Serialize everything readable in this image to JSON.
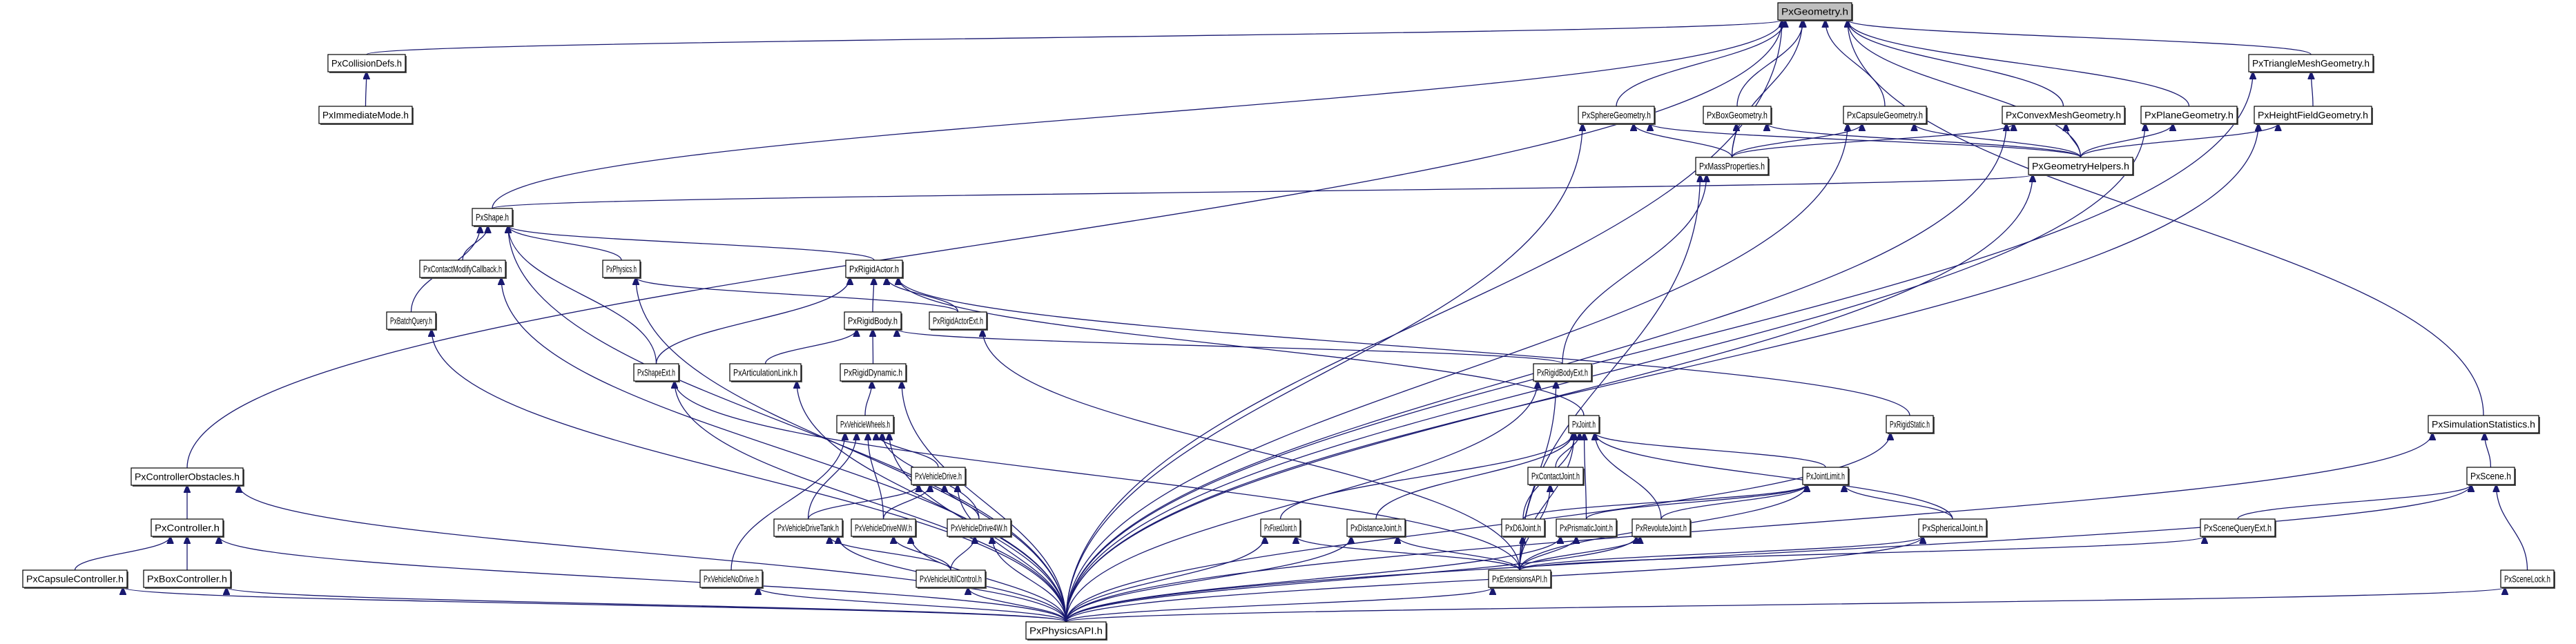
{
  "diagram": {
    "title": "PxGeometry.h include dependency graph (included by)",
    "root": "PxGeometry.h",
    "colors": {
      "edge": "#191970",
      "root_fill": "#bfbfbf",
      "node_fill": "#ffffff",
      "border": "#000000"
    },
    "nodes": [
      {
        "id": "geometry",
        "label": "PxGeometry.h",
        "root": true
      },
      {
        "id": "collisiondefs",
        "label": "PxCollisionDefs.h"
      },
      {
        "id": "immediatemode",
        "label": "PxImmediateMode.h"
      },
      {
        "id": "spheregeom",
        "label": "PxSphereGeometry.h"
      },
      {
        "id": "boxgeom",
        "label": "PxBoxGeometry.h"
      },
      {
        "id": "capsulegeom",
        "label": "PxCapsuleGeometry.h"
      },
      {
        "id": "convexgeom",
        "label": "PxConvexMeshGeometry.h"
      },
      {
        "id": "planegeom",
        "label": "PxPlaneGeometry.h"
      },
      {
        "id": "trianglegeom",
        "label": "PxTriangleMeshGeometry.h"
      },
      {
        "id": "heightfieldgeom",
        "label": "PxHeightFieldGeometry.h"
      },
      {
        "id": "massprops",
        "label": "PxMassProperties.h"
      },
      {
        "id": "geomhelpers",
        "label": "PxGeometryHelpers.h"
      },
      {
        "id": "shape",
        "label": "PxShape.h"
      },
      {
        "id": "contactmodify",
        "label": "PxContactModifyCallback.h"
      },
      {
        "id": "physics",
        "label": "PxPhysics.h"
      },
      {
        "id": "rigidactor",
        "label": "PxRigidActor.h"
      },
      {
        "id": "batchquery",
        "label": "PxBatchQuery.h"
      },
      {
        "id": "rigidbody",
        "label": "PxRigidBody.h"
      },
      {
        "id": "rigidactorext",
        "label": "PxRigidActorExt.h"
      },
      {
        "id": "shapeext",
        "label": "PxShapeExt.h"
      },
      {
        "id": "articulationlink",
        "label": "PxArticulationLink.h"
      },
      {
        "id": "rigiddynamic",
        "label": "PxRigidDynamic.h"
      },
      {
        "id": "rigidbodyext",
        "label": "PxRigidBodyExt.h"
      },
      {
        "id": "vehiclewheels",
        "label": "PxVehicleWheels.h"
      },
      {
        "id": "joint",
        "label": "PxJoint.h"
      },
      {
        "id": "rigidstatic",
        "label": "PxRigidStatic.h"
      },
      {
        "id": "simstats",
        "label": "PxSimulationStatistics.h"
      },
      {
        "id": "controllerobstacles",
        "label": "PxControllerObstacles.h"
      },
      {
        "id": "vehicledrive",
        "label": "PxVehicleDrive.h"
      },
      {
        "id": "contactjoint",
        "label": "PxContactJoint.h"
      },
      {
        "id": "jointlimit",
        "label": "PxJointLimit.h"
      },
      {
        "id": "scene",
        "label": "PxScene.h"
      },
      {
        "id": "controller",
        "label": "PxController.h"
      },
      {
        "id": "vehicledrivetank",
        "label": "PxVehicleDriveTank.h"
      },
      {
        "id": "vehicledrivenw",
        "label": "PxVehicleDriveNW.h"
      },
      {
        "id": "vehicledrive4w",
        "label": "PxVehicleDrive4W.h"
      },
      {
        "id": "fixedjoint",
        "label": "PxFixedJoint.h"
      },
      {
        "id": "distancejoint",
        "label": "PxDistanceJoint.h"
      },
      {
        "id": "d6joint",
        "label": "PxD6Joint.h"
      },
      {
        "id": "prismaticjoint",
        "label": "PxPrismaticJoint.h"
      },
      {
        "id": "revolutejoint",
        "label": "PxRevoluteJoint.h"
      },
      {
        "id": "sphericaljoint",
        "label": "PxSphericalJoint.h"
      },
      {
        "id": "scenequeryext",
        "label": "PxSceneQueryExt.h"
      },
      {
        "id": "capsulecontroller",
        "label": "PxCapsuleController.h"
      },
      {
        "id": "boxcontroller",
        "label": "PxBoxController.h"
      },
      {
        "id": "vehiclenodrive",
        "label": "PxVehicleNoDrive.h"
      },
      {
        "id": "vehicleutilcontrol",
        "label": "PxVehicleUtilControl.h"
      },
      {
        "id": "extensionsapi",
        "label": "PxExtensionsAPI.h"
      },
      {
        "id": "scenelock",
        "label": "PxSceneLock.h"
      },
      {
        "id": "physicsapi",
        "label": "PxPhysicsAPI.h"
      }
    ],
    "edges": [
      [
        "collisiondefs",
        "geometry"
      ],
      [
        "immediatemode",
        "collisiondefs"
      ],
      [
        "spheregeom",
        "geometry"
      ],
      [
        "boxgeom",
        "geometry"
      ],
      [
        "capsulegeom",
        "geometry"
      ],
      [
        "convexgeom",
        "geometry"
      ],
      [
        "planegeom",
        "geometry"
      ],
      [
        "trianglegeom",
        "geometry"
      ],
      [
        "heightfieldgeom",
        "trianglegeom"
      ],
      [
        "massprops",
        "geometry"
      ],
      [
        "geomhelpers",
        "geometry"
      ],
      [
        "massprops",
        "spheregeom"
      ],
      [
        "massprops",
        "boxgeom"
      ],
      [
        "massprops",
        "capsulegeom"
      ],
      [
        "massprops",
        "convexgeom"
      ],
      [
        "geomhelpers",
        "spheregeom"
      ],
      [
        "geomhelpers",
        "boxgeom"
      ],
      [
        "geomhelpers",
        "capsulegeom"
      ],
      [
        "geomhelpers",
        "convexgeom"
      ],
      [
        "geomhelpers",
        "planegeom"
      ],
      [
        "geomhelpers",
        "heightfieldgeom"
      ],
      [
        "shape",
        "geometry"
      ],
      [
        "shape",
        "geomhelpers"
      ],
      [
        "simstats",
        "geometry"
      ],
      [
        "controllerobstacles",
        "geometry"
      ],
      [
        "contactmodify",
        "shape"
      ],
      [
        "physics",
        "shape"
      ],
      [
        "rigidactor",
        "shape"
      ],
      [
        "batchquery",
        "shape"
      ],
      [
        "shapeext",
        "shape"
      ],
      [
        "rigidbody",
        "rigidactor"
      ],
      [
        "rigidactorext",
        "rigidactor"
      ],
      [
        "rigidactorext",
        "physics"
      ],
      [
        "shapeext",
        "rigidactor"
      ],
      [
        "articulationlink",
        "rigidbody"
      ],
      [
        "rigiddynamic",
        "rigidbody"
      ],
      [
        "rigidbodyext",
        "rigidbody"
      ],
      [
        "rigidbodyext",
        "massprops"
      ],
      [
        "vehiclewheels",
        "rigiddynamic"
      ],
      [
        "joint",
        "rigidactor"
      ],
      [
        "rigidstatic",
        "rigidactor"
      ],
      [
        "vehicledrive",
        "vehiclewheels"
      ],
      [
        "vehicledrivetank",
        "vehiclewheels"
      ],
      [
        "vehicledrivenw",
        "vehiclewheels"
      ],
      [
        "vehicledrive4w",
        "vehiclewheels"
      ],
      [
        "vehiclenodrive",
        "vehiclewheels"
      ],
      [
        "vehicledrivetank",
        "vehicledrive"
      ],
      [
        "vehicledrivenw",
        "vehicledrive"
      ],
      [
        "vehicledrive4w",
        "vehicledrive"
      ],
      [
        "vehicleutilcontrol",
        "vehicledrivetank"
      ],
      [
        "vehicleutilcontrol",
        "vehicledrivenw"
      ],
      [
        "vehicleutilcontrol",
        "vehicledrive4w"
      ],
      [
        "contactjoint",
        "joint"
      ],
      [
        "jointlimit",
        "joint"
      ],
      [
        "fixedjoint",
        "joint"
      ],
      [
        "distancejoint",
        "joint"
      ],
      [
        "d6joint",
        "joint"
      ],
      [
        "prismaticjoint",
        "joint"
      ],
      [
        "revolutejoint",
        "joint"
      ],
      [
        "sphericaljoint",
        "joint"
      ],
      [
        "d6joint",
        "jointlimit"
      ],
      [
        "prismaticjoint",
        "jointlimit"
      ],
      [
        "revolutejoint",
        "jointlimit"
      ],
      [
        "sphericaljoint",
        "jointlimit"
      ],
      [
        "scene",
        "simstats"
      ],
      [
        "scenequeryext",
        "scene"
      ],
      [
        "scenelock",
        "scene"
      ],
      [
        "controller",
        "controllerobstacles"
      ],
      [
        "capsulecontroller",
        "controller"
      ],
      [
        "boxcontroller",
        "controller"
      ],
      [
        "extensionsapi",
        "fixedjoint"
      ],
      [
        "extensionsapi",
        "distancejoint"
      ],
      [
        "extensionsapi",
        "contactjoint"
      ],
      [
        "extensionsapi",
        "d6joint"
      ],
      [
        "extensionsapi",
        "prismaticjoint"
      ],
      [
        "extensionsapi",
        "revolutejoint"
      ],
      [
        "extensionsapi",
        "sphericaljoint"
      ],
      [
        "extensionsapi",
        "joint"
      ],
      [
        "extensionsapi",
        "jointlimit"
      ],
      [
        "extensionsapi",
        "rigidbodyext"
      ],
      [
        "extensionsapi",
        "rigidactorext"
      ],
      [
        "extensionsapi",
        "shapeext"
      ],
      [
        "extensionsapi",
        "scenequeryext"
      ],
      [
        "extensionsapi",
        "massprops"
      ],
      [
        "physicsapi",
        "extensionsapi"
      ],
      [
        "physicsapi",
        "vehicleutilcontrol"
      ],
      [
        "physicsapi",
        "vehiclenodrive"
      ],
      [
        "physicsapi",
        "vehicledrivetank"
      ],
      [
        "physicsapi",
        "vehicledrivenw"
      ],
      [
        "physicsapi",
        "vehicledrive4w"
      ],
      [
        "physicsapi",
        "vehicledrive"
      ],
      [
        "physicsapi",
        "vehiclewheels"
      ],
      [
        "physicsapi",
        "capsulecontroller"
      ],
      [
        "physicsapi",
        "boxcontroller"
      ],
      [
        "physicsapi",
        "controller"
      ],
      [
        "physicsapi",
        "controllerobstacles"
      ],
      [
        "physicsapi",
        "fixedjoint"
      ],
      [
        "physicsapi",
        "distancejoint"
      ],
      [
        "physicsapi",
        "prismaticjoint"
      ],
      [
        "physicsapi",
        "revolutejoint"
      ],
      [
        "physicsapi",
        "sphericaljoint"
      ],
      [
        "physicsapi",
        "scenelock"
      ],
      [
        "physicsapi",
        "scene"
      ],
      [
        "physicsapi",
        "simstats"
      ],
      [
        "physicsapi",
        "rigidstatic"
      ],
      [
        "physicsapi",
        "rigiddynamic"
      ],
      [
        "physicsapi",
        "rigidbodyext"
      ],
      [
        "physicsapi",
        "articulationlink"
      ],
      [
        "physicsapi",
        "shapeext"
      ],
      [
        "physicsapi",
        "batchquery"
      ],
      [
        "physicsapi",
        "contactmodify"
      ],
      [
        "physicsapi",
        "physics"
      ],
      [
        "physicsapi",
        "shape"
      ],
      [
        "physicsapi",
        "geomhelpers"
      ],
      [
        "physicsapi",
        "heightfieldgeom"
      ],
      [
        "physicsapi",
        "trianglegeom"
      ],
      [
        "physicsapi",
        "convexgeom"
      ],
      [
        "physicsapi",
        "planegeom"
      ],
      [
        "physicsapi",
        "capsulegeom"
      ],
      [
        "physicsapi",
        "spheregeom"
      ],
      [
        "physicsapi",
        "geometry"
      ]
    ]
  }
}
